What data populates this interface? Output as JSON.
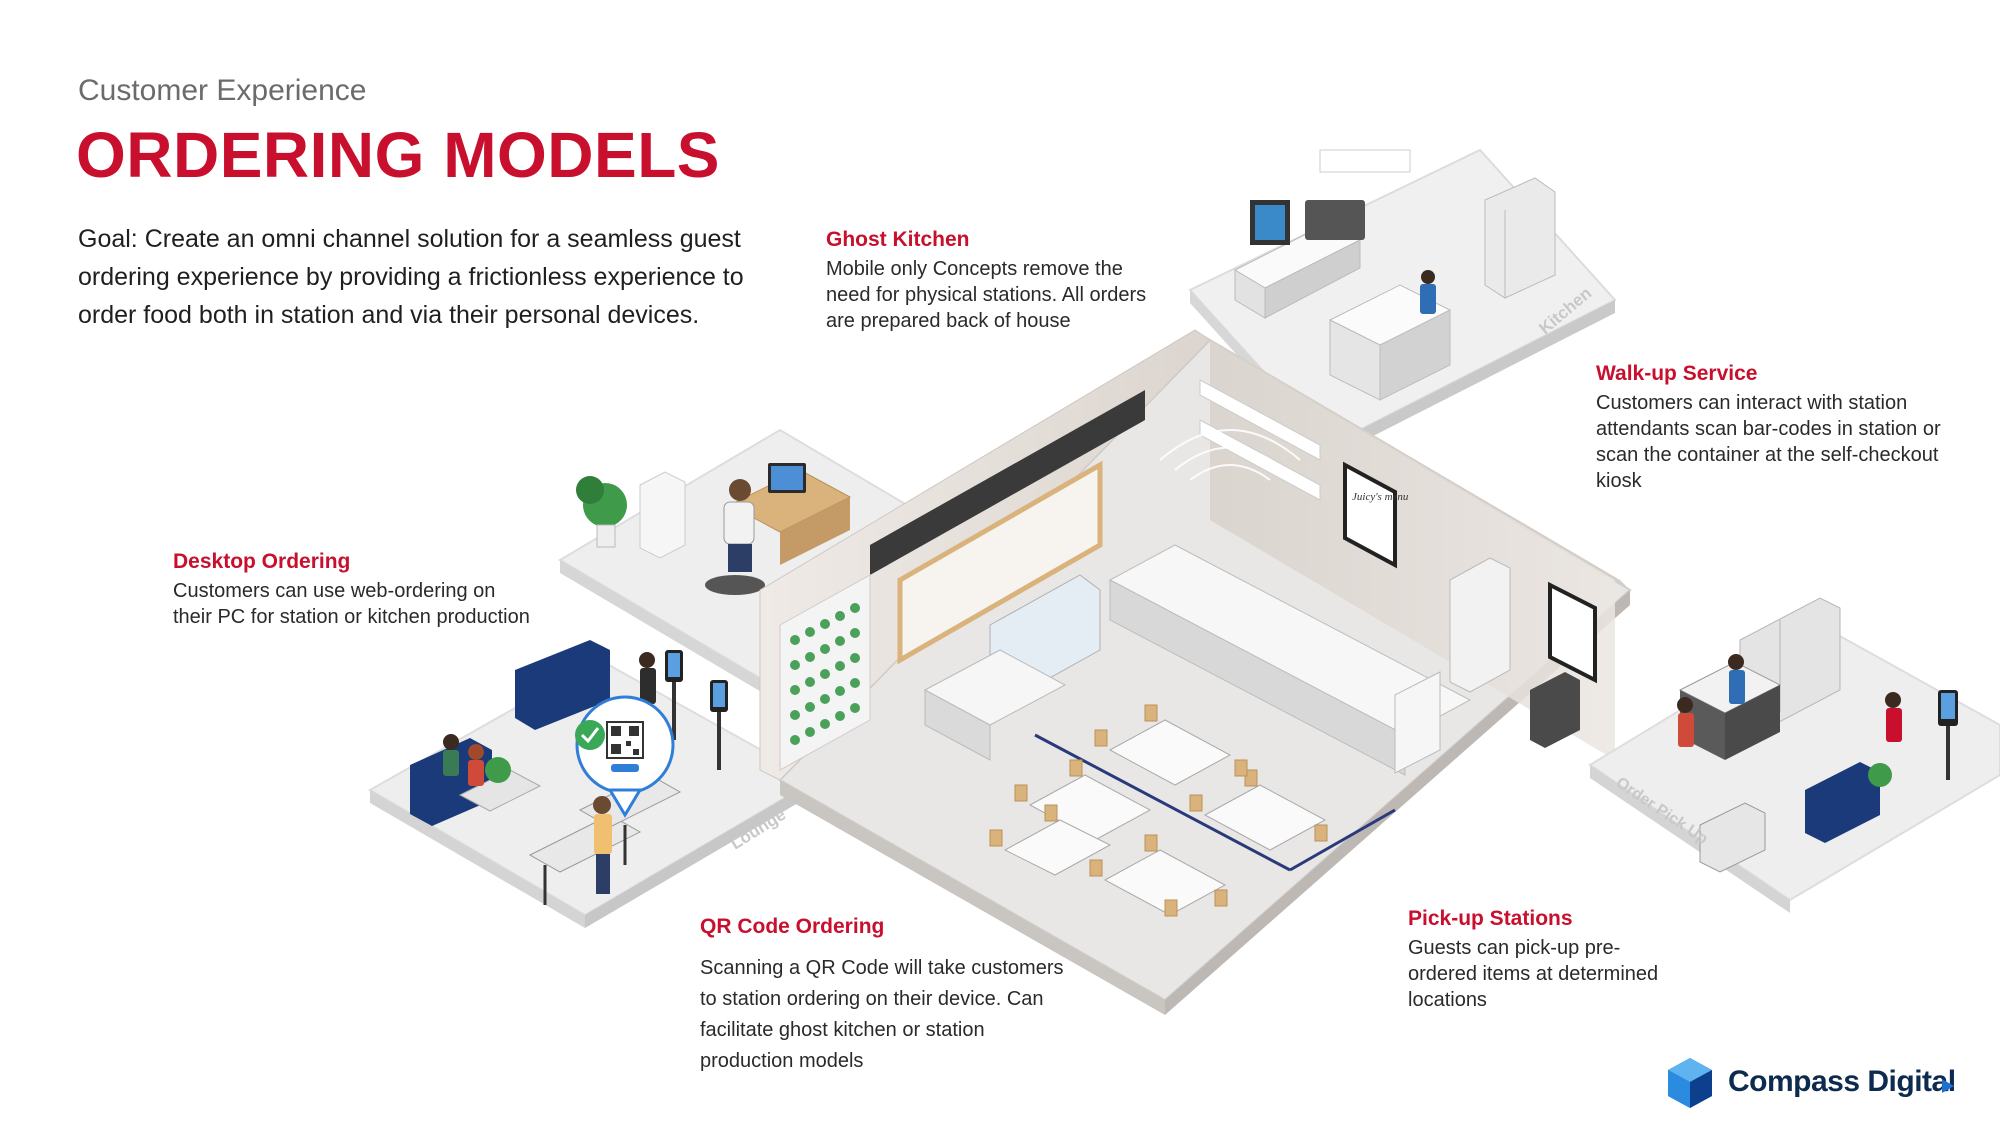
{
  "header": {
    "subtitle": "Customer Experience",
    "title": "ORDERING MODELS",
    "goal": "Goal: Create an omni channel solution for a seamless guest ordering experience by providing a frictionless experience to order food both in station and via their personal devices."
  },
  "callouts": {
    "ghost_kitchen": {
      "title": "Ghost Kitchen",
      "body": "Mobile only Concepts remove the need for physical stations.  All orders are prepared back of house"
    },
    "walkup": {
      "title": "Walk-up Service",
      "body": "Customers can interact with station attendants scan bar-codes in station or scan the container at the self-checkout kiosk"
    },
    "desktop": {
      "title": "Desktop Ordering",
      "body": "Customers can use web-ordering on their PC for station or kitchen production"
    },
    "qr": {
      "title": "QR Code Ordering",
      "body": "Scanning a QR Code will take customers to station ordering on their device.  Can facilitate ghost kitchen or station production models"
    },
    "pickup": {
      "title": "Pick-up Stations",
      "body": "Guests can pick-up pre-ordered items at determined locations"
    }
  },
  "scene_labels": {
    "kitchen": "Kitchen",
    "lounge": "Lounge",
    "order_pickup": "Order Pick Up",
    "menu_board": "Juicy's menu"
  },
  "logo": {
    "text": "Compass Digital"
  },
  "colors": {
    "accent_red": "#c8102e",
    "brand_navy": "#0d2a4f",
    "logo_blue": "#1e6fd0",
    "floor_gray": "#e9e7e5",
    "sofa_navy": "#1b3a7a",
    "wood_tan": "#d9b27c"
  }
}
